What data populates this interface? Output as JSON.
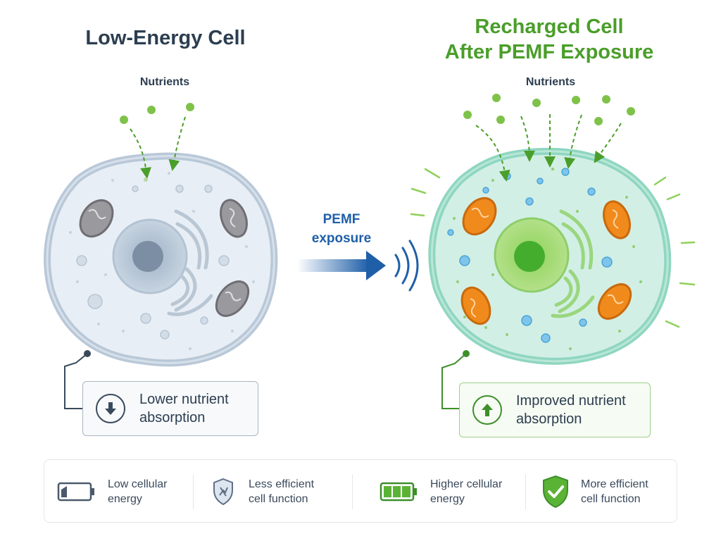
{
  "left_panel": {
    "title": "Low-Energy Cell",
    "nutrients_label": "Nutrients",
    "callout": "Lower nutrient absorption"
  },
  "right_panel": {
    "title_line1": "Recharged Cell",
    "title_line2": "After PEMF Exposure",
    "nutrients_label": "Nutrients",
    "callout": "Improved nutrient absorption"
  },
  "center": {
    "label_line1": "PEMF",
    "label_line2": "exposure"
  },
  "legend": [
    {
      "icon": "low-battery-icon",
      "line1": "Low cellular",
      "line2": "energy"
    },
    {
      "icon": "shield-icon",
      "line1": "Less efficient",
      "line2": "cell function"
    },
    {
      "icon": "full-battery-icon",
      "line1": "Higher cellular",
      "line2": "energy"
    },
    {
      "icon": "shield-check-icon",
      "line1": "More efficient",
      "line2": "cell function"
    }
  ],
  "colors": {
    "low_cell": "#e6edf4",
    "recharged_cell": "#c8ecdf",
    "nutrient_green": "#7fc24a",
    "pemf_blue": "#1f5fa8",
    "mitochondria_orange": "#f08a1c"
  }
}
